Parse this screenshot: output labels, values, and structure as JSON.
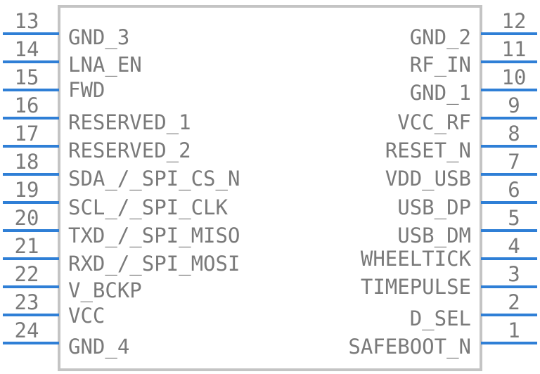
{
  "component": {
    "body_color": "#c4c4c4",
    "pin_color": "#2f7fd6",
    "text_color": "#7a7a7a",
    "left_pins": [
      {
        "number": "13",
        "label": "GND_3"
      },
      {
        "number": "14",
        "label": "LNA_EN"
      },
      {
        "number": "15",
        "label": "FWD"
      },
      {
        "number": "16",
        "label": "RESERVED_1"
      },
      {
        "number": "17",
        "label": "RESERVED_2"
      },
      {
        "number": "18",
        "label": "SDA_/_SPI_CS_N"
      },
      {
        "number": "19",
        "label": "SCL_/_SPI_CLK"
      },
      {
        "number": "20",
        "label": "TXD_/_SPI_MISO"
      },
      {
        "number": "21",
        "label": "RXD_/_SPI_MOSI"
      },
      {
        "number": "22",
        "label": "V_BCKP"
      },
      {
        "number": "23",
        "label": "VCC"
      },
      {
        "number": "24",
        "label": "GND_4"
      }
    ],
    "right_pins": [
      {
        "number": "12",
        "label": "GND_2"
      },
      {
        "number": "11",
        "label": "RF_IN"
      },
      {
        "number": "10",
        "label": "GND_1"
      },
      {
        "number": "9",
        "label": "VCC_RF"
      },
      {
        "number": "8",
        "label": "RESET_N"
      },
      {
        "number": "7",
        "label": "VDD_USB"
      },
      {
        "number": "6",
        "label": "USB_DP"
      },
      {
        "number": "5",
        "label": "USB_DM"
      },
      {
        "number": "4",
        "label": "WHEELTICK"
      },
      {
        "number": "3",
        "label": "TIMEPULSE"
      },
      {
        "number": "2",
        "label": "D_SEL"
      },
      {
        "number": "1",
        "label": "SAFEBOOT_N"
      }
    ]
  }
}
